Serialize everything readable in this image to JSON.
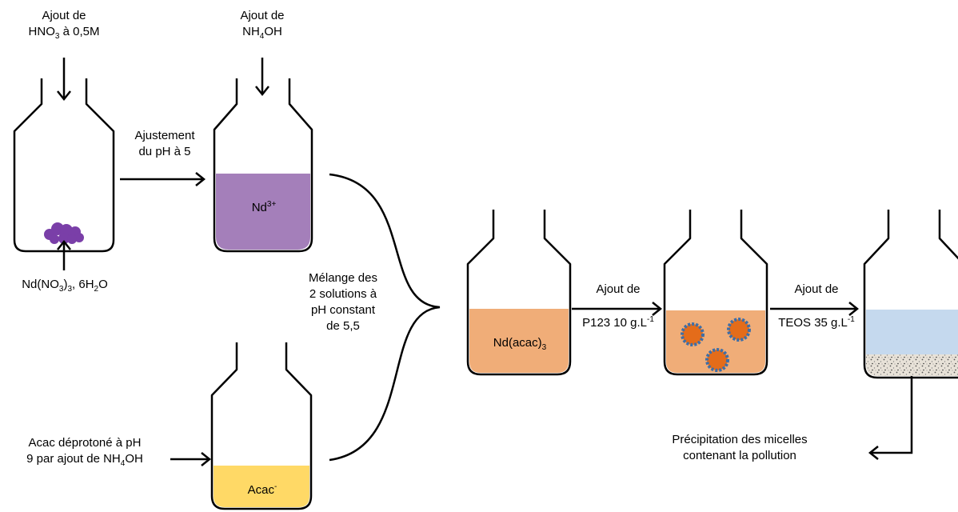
{
  "steps": {
    "add_hno3": {
      "line1": "Ajout de",
      "line2_pre": "HNO",
      "line2_sub": "3",
      "line2_post": " à 0,5M"
    },
    "add_nh4oh": {
      "line1": "Ajout de",
      "line2_pre": "NH",
      "line2_sub": "4",
      "line2_post": "OH"
    },
    "ph_adjust": {
      "line1": "Ajustement",
      "line2": "du pH à 5"
    },
    "nd_salt": {
      "pre": "Nd(NO",
      "sub": "3",
      "mid": ")",
      "sub2": "3",
      "post": ", 6H",
      "sub3": "2",
      "post2": "O"
    },
    "mixing": {
      "line1": "Mélange des",
      "line2": "2 solutions à",
      "line3": "pH constant",
      "line4": "de 5,5"
    },
    "acac_prep": {
      "line1": "Acac déprotoné à pH",
      "line2_pre": "9 par ajout de NH",
      "line2_sub": "4",
      "line2_post": "OH"
    },
    "add_p123": {
      "line1": "Ajout de",
      "line2_pre": "P123 10 g.L",
      "line2_sup": "-1"
    },
    "add_teos": {
      "line1": "Ajout de",
      "line2_pre": "TEOS 35 g.L",
      "line2_sup": "-1"
    },
    "precipitation": {
      "line1": "Précipitation des micelles",
      "line2": "contenant la pollution"
    }
  },
  "contents": {
    "nd_ion": {
      "base": "Nd",
      "sup": "3+"
    },
    "acac_ion": {
      "base": "Acac",
      "sup": "-"
    },
    "nd_acac": {
      "base": "Nd(acac)",
      "sub": "3"
    }
  },
  "colors": {
    "purple_liquid": "#a47fba",
    "purple_solid": "#7a3fa8",
    "yellow_liquid": "#ffd966",
    "orange_liquid": "#f0ad78",
    "micelle_core": "#e46c1a",
    "micelle_shell": "#3d6ea8",
    "blue_liquid": "#c5d9ee",
    "precipitate": "#d9d0c5"
  }
}
